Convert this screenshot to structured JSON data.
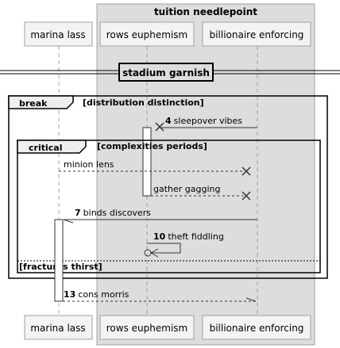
{
  "box_group": {
    "title": "tuition needlepoint"
  },
  "participants": [
    "marina lass",
    "rows euphemism",
    "billionaire enforcing"
  ],
  "divider": {
    "label": "stadium garnish"
  },
  "fragments": {
    "break": {
      "keyword": "break",
      "condition": "[distribution distinction]"
    },
    "critical": {
      "keyword": "critical",
      "condition": "[complexities periods]",
      "else_condition": "[fractures thirst]"
    }
  },
  "messages": [
    {
      "number": "4",
      "text": "sleepover vibes"
    },
    {
      "number": "",
      "text": "minion lens"
    },
    {
      "number": "",
      "text": "gather gagging"
    },
    {
      "number": "7",
      "text": "binds discovers"
    },
    {
      "number": "10",
      "text": "theft fiddling"
    },
    {
      "number": "13",
      "text": "cons morris"
    }
  ]
}
